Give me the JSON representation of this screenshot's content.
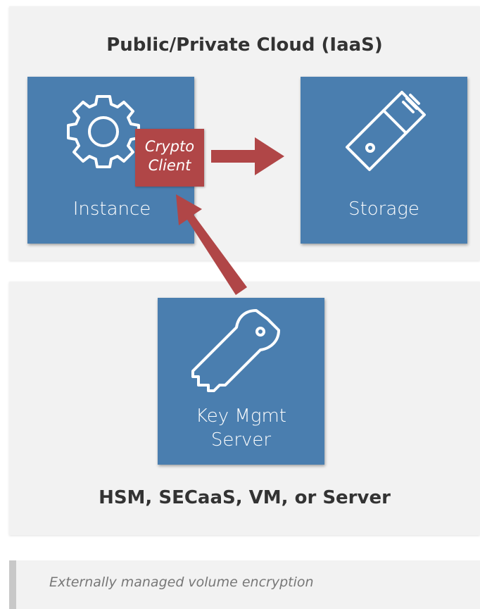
{
  "cloud_panel": {
    "title": "Public/Private Cloud (IaaS)"
  },
  "instance": {
    "label": "Instance",
    "icon": "gear-icon"
  },
  "crypto_client": {
    "line1": "Crypto",
    "line2": "Client"
  },
  "storage": {
    "label": "Storage",
    "icon": "usb-drive-icon"
  },
  "key_mgmt": {
    "label_line1": "Key Mgmt",
    "label_line2": "Server",
    "icon": "key-icon"
  },
  "hsm_panel": {
    "title": "HSM, SECaaS, VM, or Server"
  },
  "caption": {
    "text": "Externally managed volume encryption"
  },
  "colors": {
    "box_blue": "#4a7eaf",
    "arrow_red": "#b04647",
    "panel_gray": "#f2f2f2",
    "title_text": "#333333",
    "caption_text": "#777777"
  }
}
